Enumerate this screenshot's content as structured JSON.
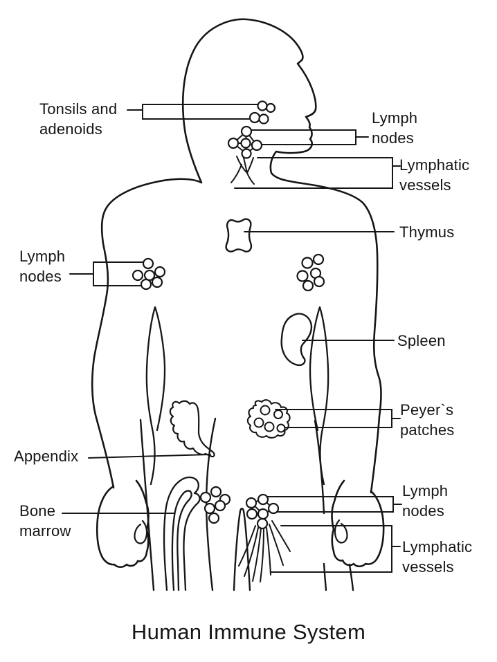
{
  "title": "Human Immune System",
  "colors": {
    "line": "#161616",
    "background": "#ffffff"
  },
  "labels": {
    "tonsils_adenoids": {
      "lines": [
        "Tonsils and",
        "adenoids"
      ]
    },
    "lymph_nodes_neck": {
      "lines": [
        "Lymph",
        "nodes"
      ]
    },
    "lymphatic_vessels_neck": {
      "lines": [
        "Lymphatic",
        "vessels"
      ]
    },
    "thymus": {
      "lines": [
        "Thymus"
      ]
    },
    "lymph_nodes_axillary": {
      "lines": [
        "Lymph",
        "nodes"
      ]
    },
    "spleen": {
      "lines": [
        "Spleen"
      ]
    },
    "peyers_patches": {
      "lines": [
        "Peyer`s",
        "patches"
      ]
    },
    "appendix": {
      "lines": [
        "Appendix"
      ]
    },
    "bone_marrow": {
      "lines": [
        "Bone",
        "marrow"
      ]
    },
    "lymph_nodes_inguinal": {
      "lines": [
        "Lymph",
        "nodes"
      ]
    },
    "lymphatic_vessels_leg": {
      "lines": [
        "Lymphatic",
        "vessels"
      ]
    }
  }
}
